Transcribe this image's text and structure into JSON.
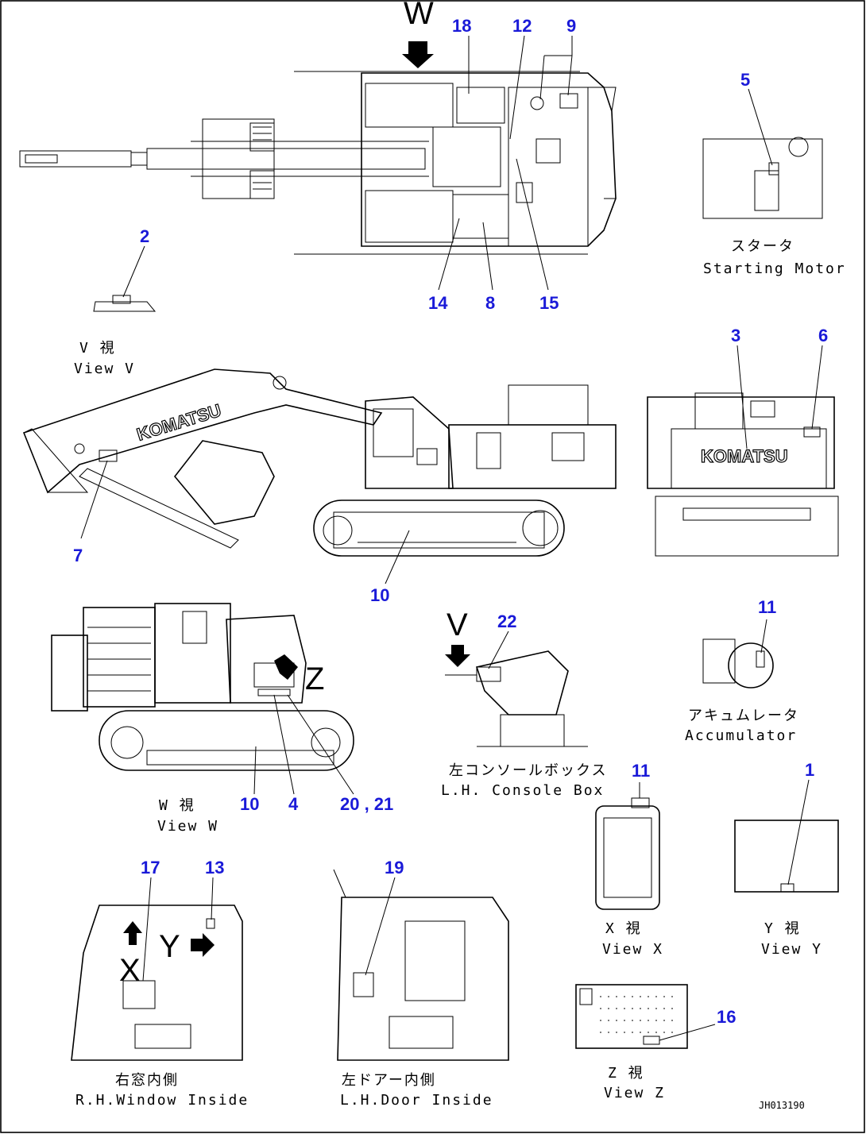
{
  "callouts": {
    "c1": "1",
    "c2": "2",
    "c3": "3",
    "c4": "4",
    "c5": "5",
    "c6": "6",
    "c7": "7",
    "c8": "8",
    "c9": "9",
    "c10a": "10",
    "c10b": "10",
    "c11a": "11",
    "c11b": "11",
    "c12": "12",
    "c13": "13",
    "c14": "14",
    "c15": "15",
    "c16": "16",
    "c17": "17",
    "c18": "18",
    "c19": "19",
    "c20_21": "20 , 21",
    "c22": "22"
  },
  "view_letters": {
    "w": "W",
    "v": "V",
    "x": "X",
    "y": "Y",
    "z": "Z"
  },
  "captions": {
    "starting_motor_jp": "スタータ",
    "starting_motor_en": "Starting Motor",
    "view_v_jp": "V 視",
    "view_v_en": "View V",
    "view_w_jp": "W 視",
    "view_w_en": "View W",
    "console_jp": "左コンソールボックス",
    "console_en": "L.H. Console Box",
    "accumulator_jp": "アキュムレータ",
    "accumulator_en": "Accumulator",
    "view_x_jp": "X 視",
    "view_x_en": "View X",
    "view_y_jp": "Y 視",
    "view_y_en": "View Y",
    "view_z_jp": "Z 視",
    "view_z_en": "View Z",
    "rh_window_jp": "右窓内側",
    "rh_window_en": "R.H.Window Inside",
    "lh_door_jp": "左ドアー内側",
    "lh_door_en": "L.H.Door Inside"
  },
  "brand": {
    "side": "KOMATSU",
    "rear": "KOMATSU"
  },
  "drawing_code": "JH013190"
}
